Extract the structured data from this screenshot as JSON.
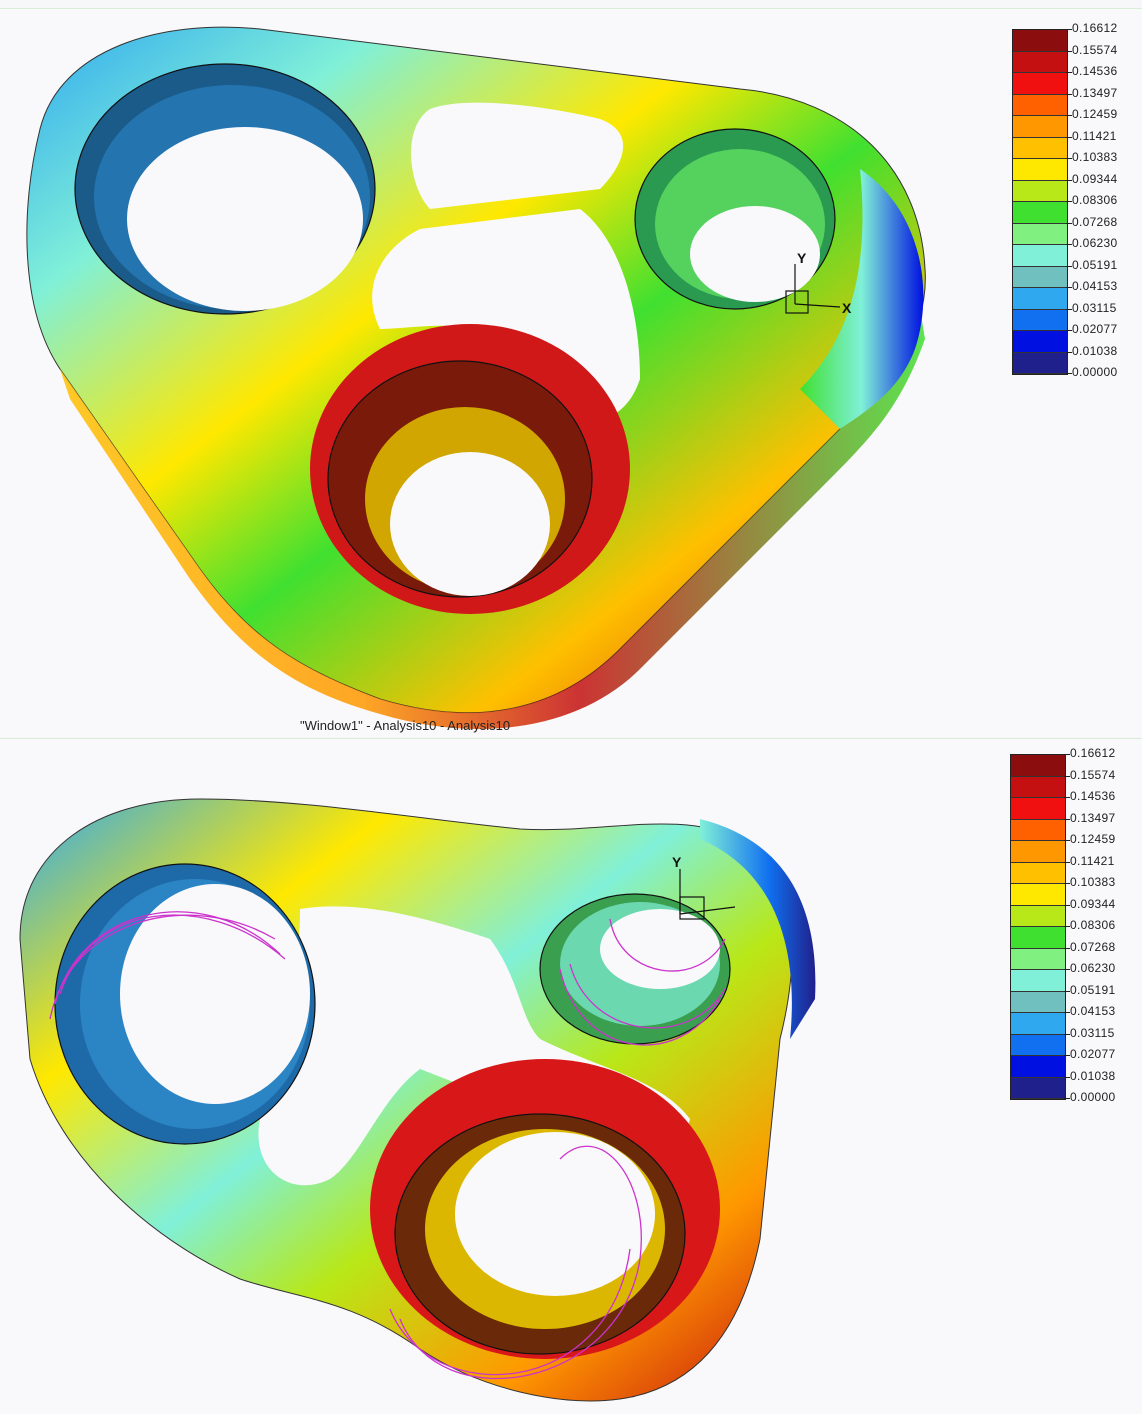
{
  "window_caption": "\"Window1\" - Analysis10 - Analysis10",
  "legend": {
    "values": [
      "0.16612",
      "0.15574",
      "0.14536",
      "0.13497",
      "0.12459",
      "0.11421",
      "0.10383",
      "0.09344",
      "0.08306",
      "0.07268",
      "0.06230",
      "0.05191",
      "0.04153",
      "0.03115",
      "0.02077",
      "0.01038",
      "0.00000"
    ],
    "colors": [
      "#8b0d0d",
      "#c41010",
      "#f01010",
      "#ff6000",
      "#ff9800",
      "#ffc000",
      "#ffe800",
      "#b8e818",
      "#40e030",
      "#80f080",
      "#80f0d8",
      "#70c0c0",
      "#30a8f0",
      "#1070f0",
      "#0010e0",
      "#20208c"
    ]
  },
  "axes": {
    "x": "X",
    "y": "Y"
  },
  "panels": [
    {
      "id": "top-view"
    },
    {
      "id": "bottom-view"
    }
  ]
}
